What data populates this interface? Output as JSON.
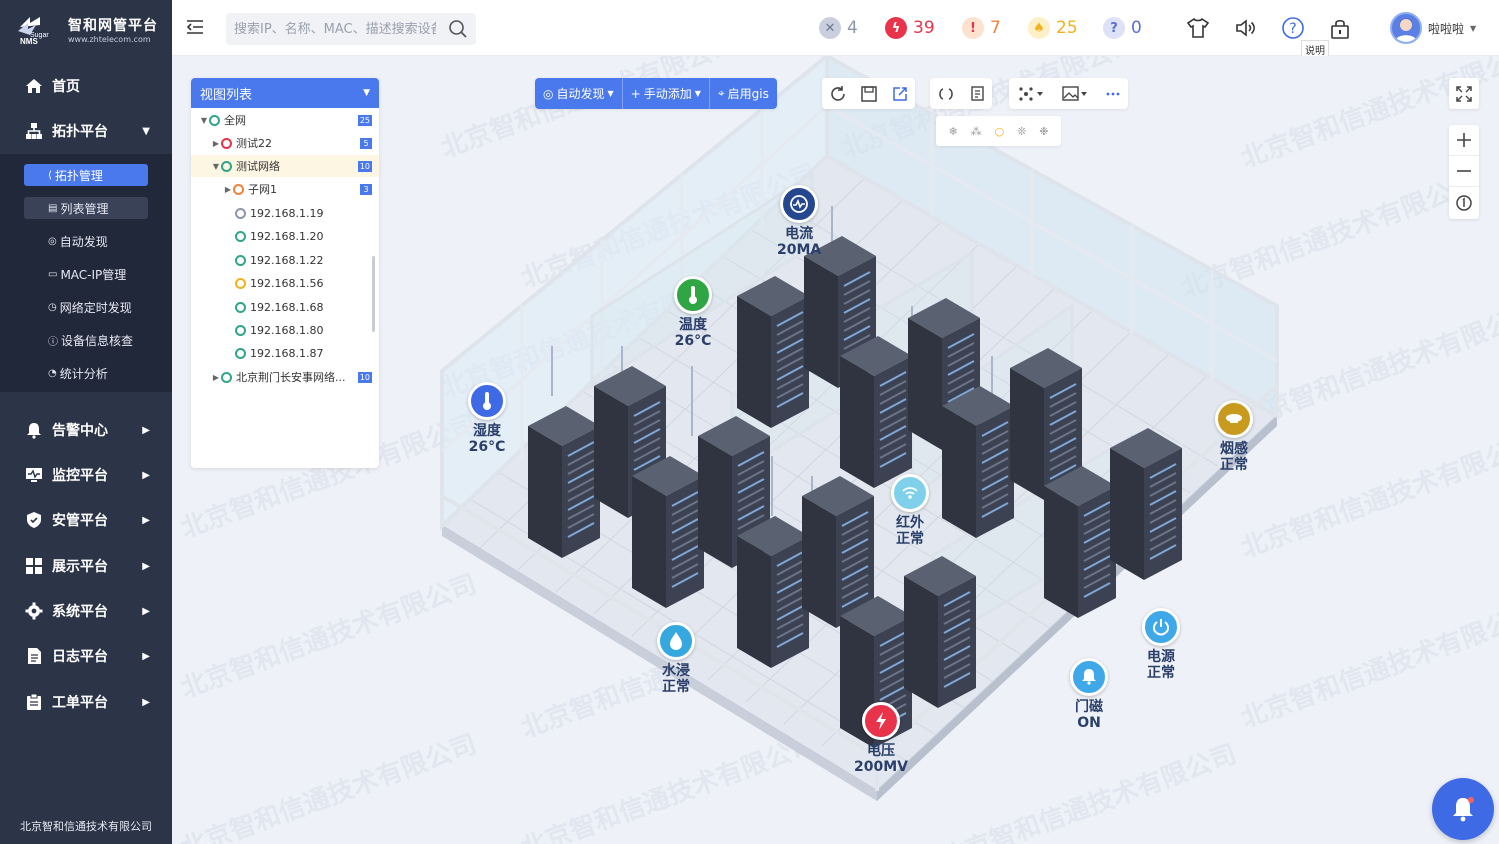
{
  "logo": {
    "title": "智和网管平台",
    "subtitle": "www.zhtelecom.com",
    "mark_text_top": "Sugar",
    "mark_text_bottom": "NMS"
  },
  "sidebar": {
    "home": "首页",
    "topology": "拓扑平台",
    "sub": [
      "拓扑管理",
      "列表管理",
      "自动发现",
      "MAC-IP管理",
      "网络定时发现",
      "设备信息核查",
      "统计分析"
    ],
    "items": [
      "告警中心",
      "监控平台",
      "安管平台",
      "展示平台",
      "系统平台",
      "日志平台",
      "工单平台"
    ],
    "company": "北京智和信通技术有限公司"
  },
  "header": {
    "search_placeholder": "搜索IP、名称、MAC、描述搜索设备",
    "badges": [
      {
        "name": "unknown",
        "value": "4",
        "color": "#8a96ad"
      },
      {
        "name": "critical",
        "value": "39",
        "color": "#e8334a"
      },
      {
        "name": "major",
        "value": "7",
        "color": "#f0823a"
      },
      {
        "name": "minor",
        "value": "25",
        "color": "#f2b21c"
      },
      {
        "name": "info",
        "value": "0",
        "color": "#5b6fd6"
      }
    ],
    "tooltip": "说明",
    "user": "啦啦啦"
  },
  "panel": {
    "title": "视图列表",
    "tree": [
      {
        "label": "全网",
        "count": "25"
      },
      {
        "label": "测试22",
        "count": "5"
      },
      {
        "label": "测试网络",
        "count": "10"
      },
      {
        "label": "子网1",
        "count": "3"
      },
      {
        "label": "192.168.1.19"
      },
      {
        "label": "192.168.1.20"
      },
      {
        "label": "192.168.1.22"
      },
      {
        "label": "192.168.1.56"
      },
      {
        "label": "192.168.1.68"
      },
      {
        "label": "192.168.1.80"
      },
      {
        "label": "192.168.1.87"
      },
      {
        "label": "北京荆门长安事网络...",
        "count": "10"
      }
    ]
  },
  "toolbar": {
    "auto_discover": "自动发现",
    "manual_add": "手动添加",
    "enable_gis": "启用gis"
  },
  "sensors": [
    {
      "l1": "电流",
      "l2": "20MA"
    },
    {
      "l1": "温度",
      "l2": "26°C"
    },
    {
      "l1": "湿度",
      "l2": "26°C"
    },
    {
      "l1": "红外",
      "l2": "正常"
    },
    {
      "l1": "烟感",
      "l2": "正常"
    },
    {
      "l1": "水浸",
      "l2": "正常"
    },
    {
      "l1": "电压",
      "l2": "200MV"
    },
    {
      "l1": "门磁",
      "l2": "ON"
    },
    {
      "l1": "电源",
      "l2": "正常"
    }
  ],
  "watermark": "北京智和信通技术有限公司"
}
